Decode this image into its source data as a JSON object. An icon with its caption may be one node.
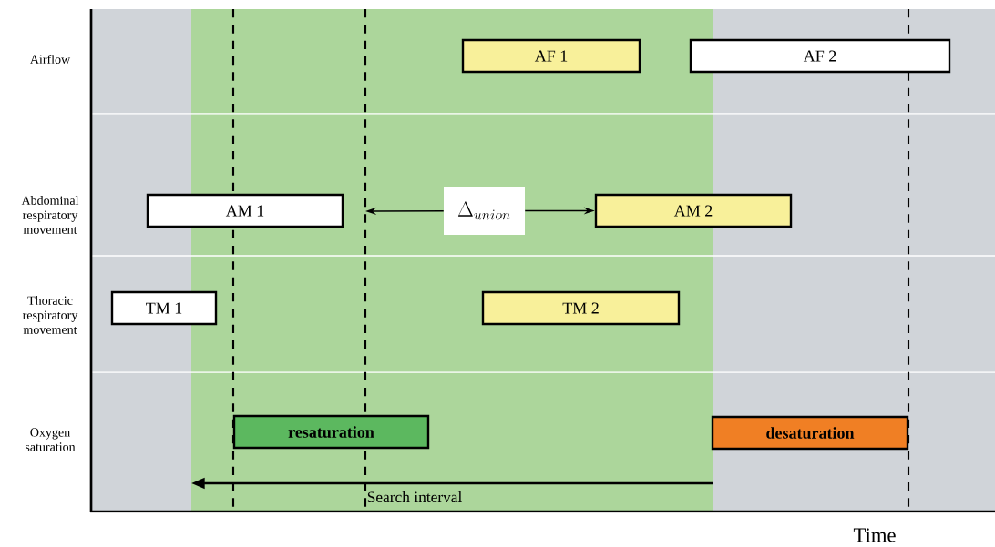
{
  "diagram": {
    "nodes": [
      {
        "text": [
          "AF 1"
        ]
      },
      {
        "text": [
          "AF 2"
        ]
      },
      {
        "text": [
          "AM 1"
        ]
      },
      {
        "text": [
          "AM 2"
        ]
      },
      {
        "text": [
          "TM 1"
        ]
      },
      {
        "text": [
          "TM 2"
        ]
      },
      {
        "text": [
          "resaturation"
        ]
      },
      {
        "text": [
          "desaturation"
        ]
      },
      {
        "text": [
          "\\Delta_{union}"
        ]
      }
    ],
    "edges": [
      {
        "from": 8,
        "to": null,
        "arrow": "to"
      },
      {
        "from": 8,
        "to": 3,
        "arrow": "to"
      }
    ],
    "labels": [
      "Airflow",
      "Abdominal respiratory movement",
      "Thoracic respiratory movement",
      "Oxygen saturation",
      "Search interval",
      "Time"
    ]
  }
}
